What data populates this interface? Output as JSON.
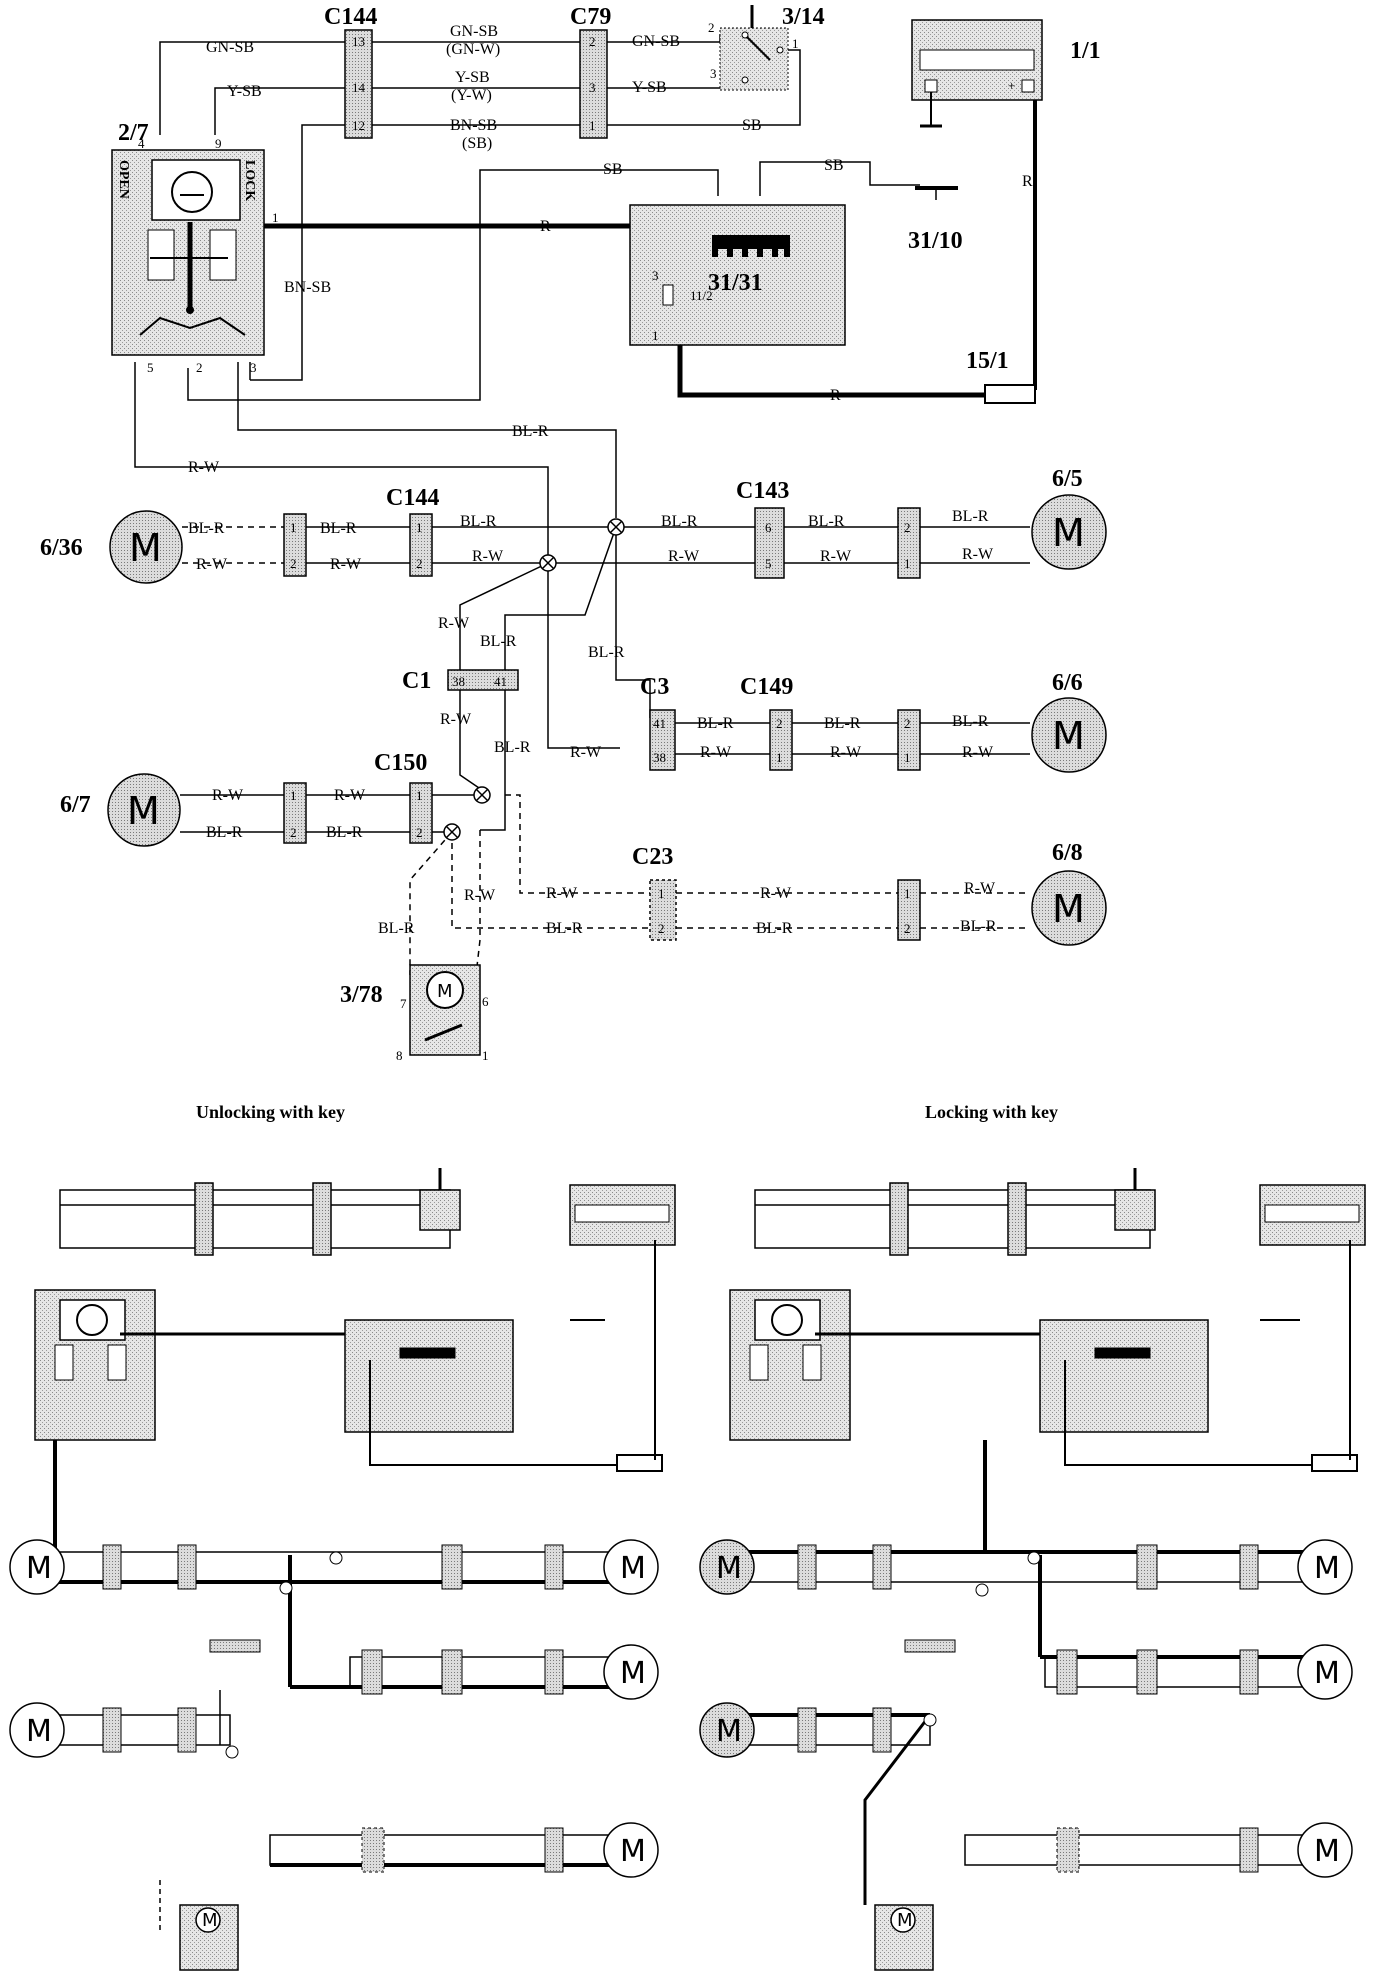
{
  "components": {
    "c144_top": "C144",
    "c79": "C79",
    "sw_3_14": "3/14",
    "ign_1_1": "1/1",
    "lock_2_7": "2/7",
    "ctrl_31_31": "31/31",
    "gnd_31_10": "31/10",
    "fuse_15_1": "15/1",
    "c144_mid": "C144",
    "c143": "C143",
    "motor_6_5": "6/5",
    "motor_6_36": "6/36",
    "c1": "C1",
    "c3": "C3",
    "c149": "C149",
    "motor_6_6": "6/6",
    "c150": "C150",
    "motor_6_7": "6/7",
    "c23": "C23",
    "motor_6_8": "6/8",
    "switch_3_78": "3/78"
  },
  "wires": {
    "gn_sb": "GN-SB",
    "gn_w": "(GN-W)",
    "y_sb": "Y-SB",
    "y_w": "(Y-W)",
    "bn_sb": "BN-SB",
    "sb_paren": "(SB)",
    "sb": "SB",
    "r": "R",
    "bl_r": "BL-R",
    "r_w": "R-W"
  },
  "pins": {
    "p13": "13",
    "p14": "14",
    "p12": "12",
    "p2": "2",
    "p3": "3",
    "p1": "1",
    "p4": "4",
    "p9": "9",
    "p5": "5",
    "p6": "6",
    "p7": "7",
    "p8": "8",
    "p11_2": "11/2",
    "p38": "38",
    "p41": "41",
    "open": "OPEN",
    "lock": "LOCK",
    "plus": "+"
  },
  "motor_letter": "M",
  "captions": {
    "unlocking": "Unlocking with key",
    "locking": "Locking with key"
  }
}
